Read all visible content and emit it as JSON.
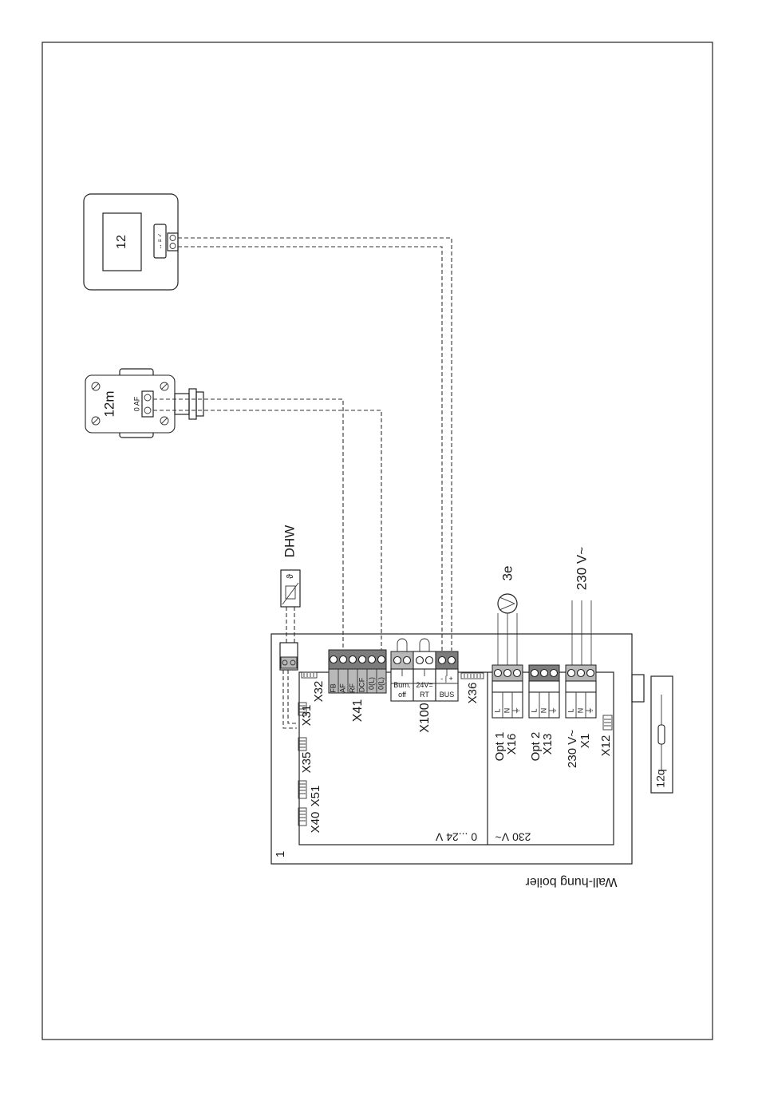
{
  "labels": {
    "thermostat": "12",
    "outdoor_sensor": "12m",
    "sensor_terminal": "0 AF",
    "dhw": "DHW",
    "pump": "3e",
    "mains": "230 V~",
    "fuse": "12q",
    "board_index": "1",
    "boiler_type": "Wall-hung boiler",
    "low_voltage": "0 ...24 V",
    "high_voltage": "230 V~"
  },
  "connectors": {
    "x32": "X32",
    "x31": "X31",
    "x35": "X35",
    "x51": "X51",
    "x40": "X40",
    "x41": "X41",
    "x100": "X100",
    "x36": "X36",
    "x16": "X16",
    "x13": "X13",
    "x1": "X1",
    "x12": "X12",
    "opt1": "Opt 1",
    "opt2": "Opt 2",
    "x1_voltage": "230 V~"
  },
  "x41_pins": [
    "FB",
    "AF",
    "RF",
    "DCF",
    "0(L)",
    "0(L)"
  ],
  "x100_blocks": {
    "burner_off_1": "Burn.",
    "burner_off_2": "off",
    "rt_1": "24V=",
    "rt_2": "RT",
    "bus_polarity": "- | +",
    "bus": "BUS"
  },
  "mains_pins": [
    "L",
    "N",
    "⏚"
  ]
}
